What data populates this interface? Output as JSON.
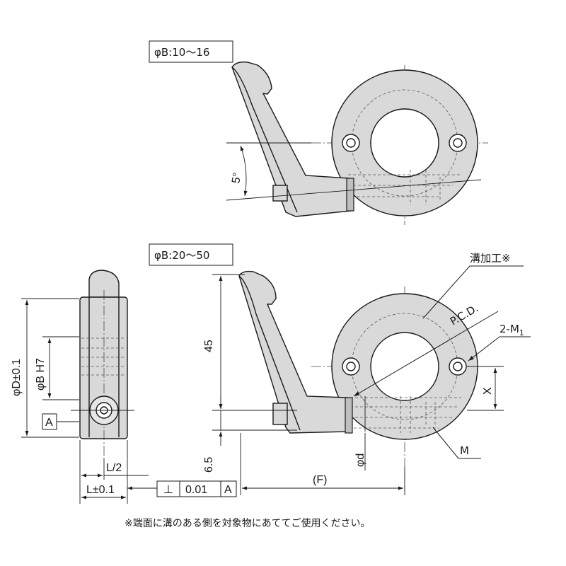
{
  "views": {
    "top": {
      "size_label": "φB:10～16",
      "angle_label": "5°"
    },
    "bottom": {
      "size_label": "φB:20～50",
      "groove_label": "溝加工※",
      "pcd_label": "P.C.D.",
      "tap_label": "2-M",
      "tap_subscript": "1",
      "x_label": "X",
      "m_label": "M",
      "height_label": "45",
      "offset_label": "6.5",
      "phi_d_label": "φd",
      "f_label": "(F)"
    },
    "side": {
      "od_label": "φD±0.1",
      "bore_label": "φB H7",
      "datum_label": "A",
      "half_label": "L/2",
      "length_label": "L±0.1"
    }
  },
  "tolerance_frame": {
    "symbol": "⊥",
    "value": "0.01",
    "datum": "A"
  },
  "footnote": "※端面に溝のある側を対象物にあててご使用ください。"
}
